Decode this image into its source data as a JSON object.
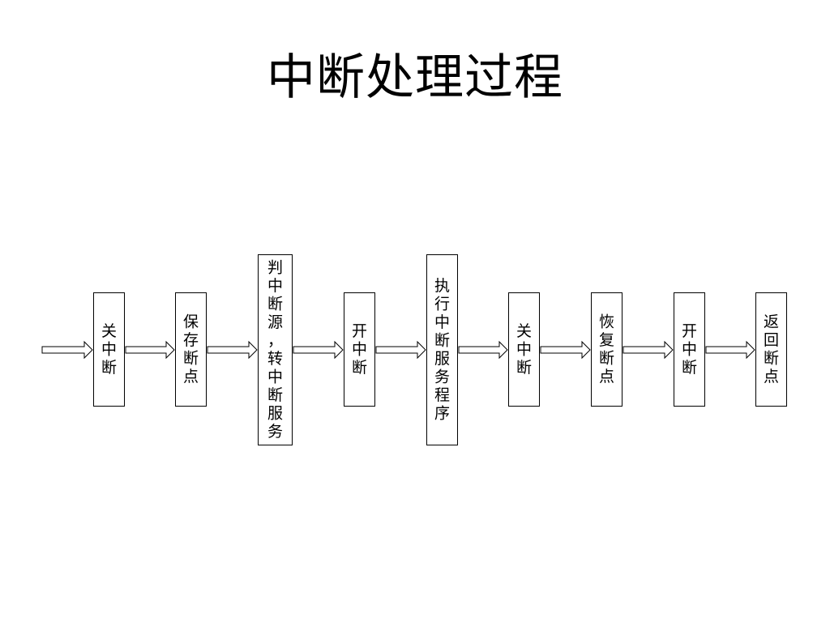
{
  "title": "中断处理过程",
  "colors": {
    "line": "#000000",
    "background": "#ffffff"
  },
  "steps": [
    {
      "id": "close-interrupt",
      "label": "关中断"
    },
    {
      "id": "save-breakpoint",
      "label": "保存断点"
    },
    {
      "id": "identify-source",
      "label": "判中断源，转中断服务"
    },
    {
      "id": "open-interrupt",
      "label": "开中断"
    },
    {
      "id": "execute-service",
      "label": "执行中断服务程序"
    },
    {
      "id": "close-interrupt-2",
      "label": "关中断"
    },
    {
      "id": "restore-breakpoint",
      "label": "恢复断点"
    },
    {
      "id": "open-interrupt-2",
      "label": "开中断"
    },
    {
      "id": "return-breakpoint",
      "label": "返回断点"
    }
  ],
  "arrow_count": 9
}
